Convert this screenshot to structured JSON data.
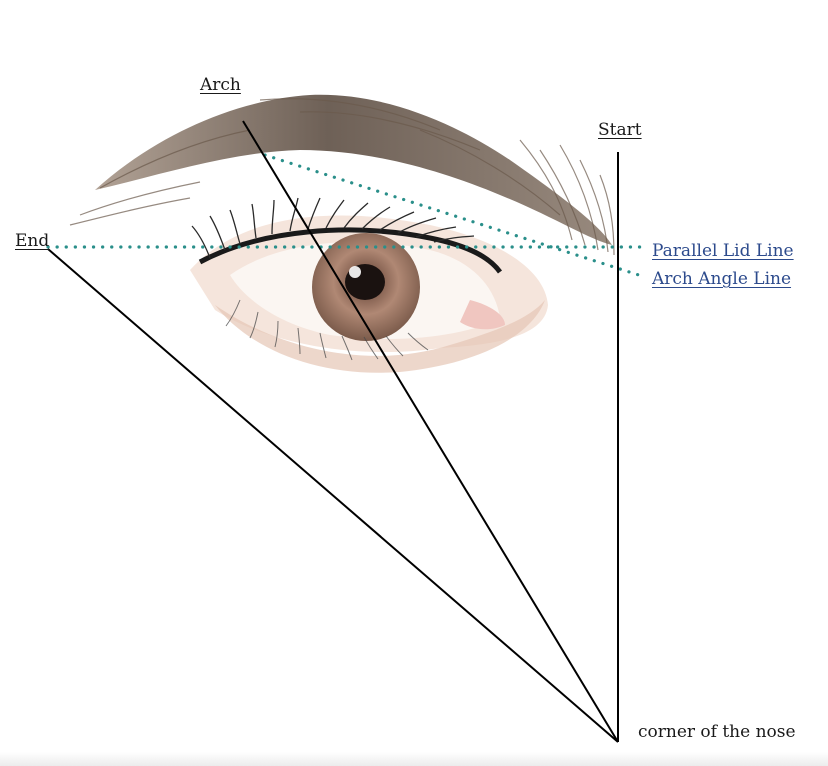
{
  "labels": {
    "arch": "Arch",
    "start": "Start",
    "end": "End",
    "parallel_lid_line": "Parallel Lid Line",
    "arch_angle_line": "Arch Angle Line",
    "corner_of_nose": "corner of the nose"
  },
  "colors": {
    "guide_line": "#000000",
    "dotted_line": "#2a8f8a",
    "link_text": "#2c4a8c",
    "brow": "#6b5a4c",
    "iris": "#b08874",
    "skin_shadow": "#e9cfc0"
  },
  "icons": {
    "eye_illustration": "eye-with-eyebrow-illustration"
  }
}
